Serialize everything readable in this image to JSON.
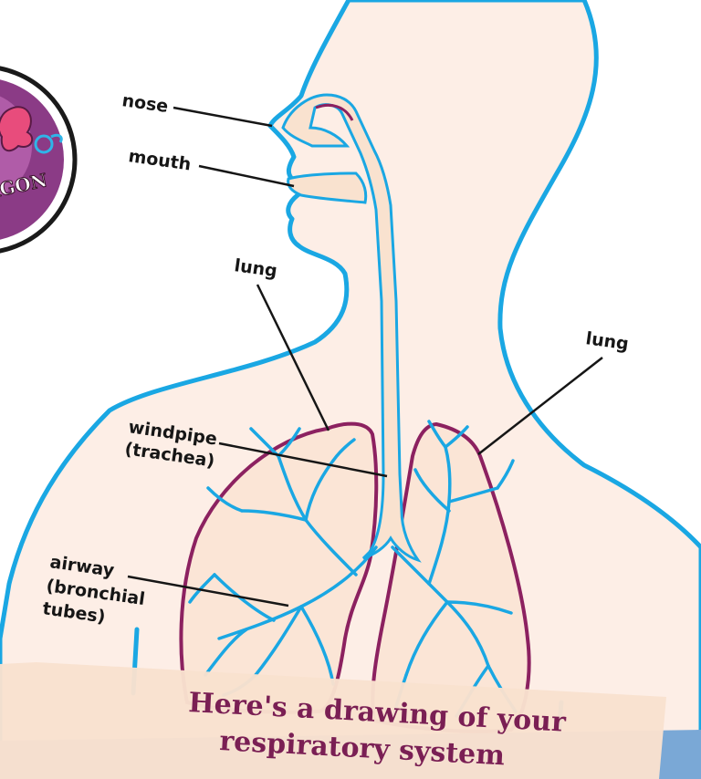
{
  "labels": {
    "nose": "nose",
    "mouth": "mouth",
    "lung_left": "lung",
    "lung_right": "lung",
    "windpipe_line1": "windpipe",
    "windpipe_line2": "(trachea)",
    "airway_line1": "airway",
    "airway_line2": "(bronchial",
    "airway_line3": "tubes)"
  },
  "caption": {
    "line1": "Here's a drawing of your",
    "line2": "respiratory system"
  },
  "badge": {
    "text": "AGON"
  },
  "colors": {
    "skin": "#fdeee6",
    "body_outline": "#1aa7e3",
    "lung_fill": "#fbe5d6",
    "lung_outline": "#8c2160",
    "airway_fill": "#f9e2cf",
    "bronchi": "#1aa7e3",
    "caption_banner": "#f9e1ce",
    "caption_text": "#7a1f54",
    "blue_panel": "#7aa8d6",
    "badge_bg": "#7a2a6e"
  }
}
